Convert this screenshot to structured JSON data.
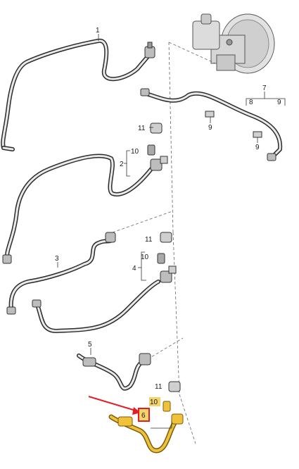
{
  "diagram": {
    "callouts": {
      "c1": "1",
      "c2": "2",
      "c3": "3",
      "c4": "4",
      "c5": "5",
      "c6": "6",
      "c7": "7",
      "c8": "8",
      "c9a": "9",
      "c9b": "9",
      "c9c": "9",
      "c10a": "10",
      "c10b": "10",
      "c10c": "10",
      "c11a": "11",
      "c11b": "11",
      "c11c": "11"
    },
    "highlight": {
      "item": "6",
      "marker_color": "#e31e24",
      "highlight_color": "#f0c23a",
      "label_bg": "#f3d36b"
    }
  }
}
